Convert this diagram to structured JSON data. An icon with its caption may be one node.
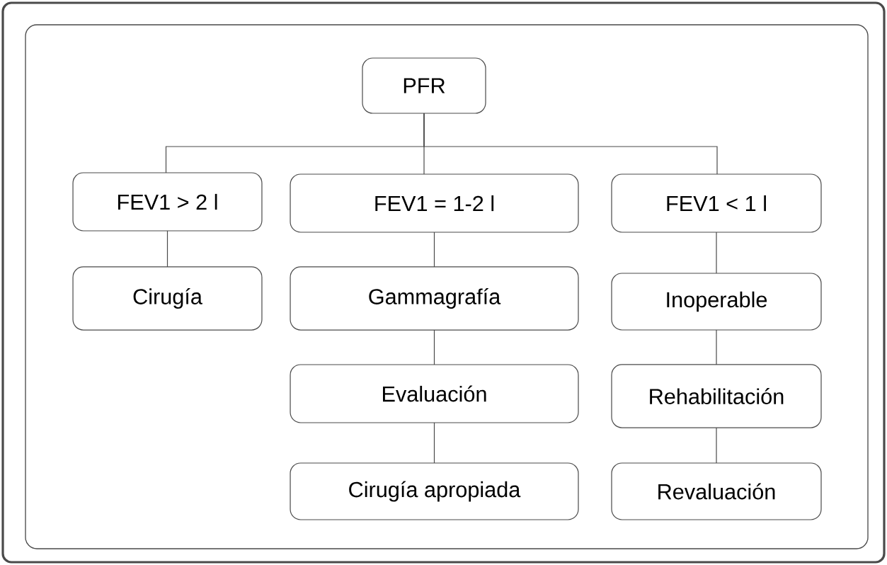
{
  "diagram": {
    "nodes": [
      {
        "text": [
          "PFR"
        ]
      },
      {
        "text": [
          "FEV1 > 2 l"
        ]
      },
      {
        "text": [
          "FEV1 = 1-2 l"
        ]
      },
      {
        "text": [
          "FEV1 < 1 l"
        ]
      },
      {
        "text": [
          "Cirugía"
        ]
      },
      {
        "text": [
          "Gammagrafía"
        ]
      },
      {
        "text": [
          "Inoperable"
        ]
      },
      {
        "text": [
          "Evaluación"
        ]
      },
      {
        "text": [
          "Rehabilitación"
        ]
      },
      {
        "text": [
          "Cirugía apropiada"
        ]
      },
      {
        "text": [
          "Revaluación"
        ]
      }
    ],
    "edges": [
      {
        "from": 0,
        "to": 1,
        "arrow": "none"
      },
      {
        "from": 0,
        "to": 2,
        "arrow": "none"
      },
      {
        "from": 0,
        "to": 3,
        "arrow": "none"
      },
      {
        "from": 1,
        "to": 4,
        "arrow": "none"
      },
      {
        "from": 2,
        "to": 5,
        "arrow": "none"
      },
      {
        "from": 5,
        "to": 7,
        "arrow": "none"
      },
      {
        "from": 7,
        "to": 9,
        "arrow": "none"
      },
      {
        "from": 3,
        "to": 6,
        "arrow": "none"
      },
      {
        "from": 6,
        "to": 8,
        "arrow": "none"
      },
      {
        "from": 8,
        "to": 10,
        "arrow": "none"
      }
    ]
  }
}
